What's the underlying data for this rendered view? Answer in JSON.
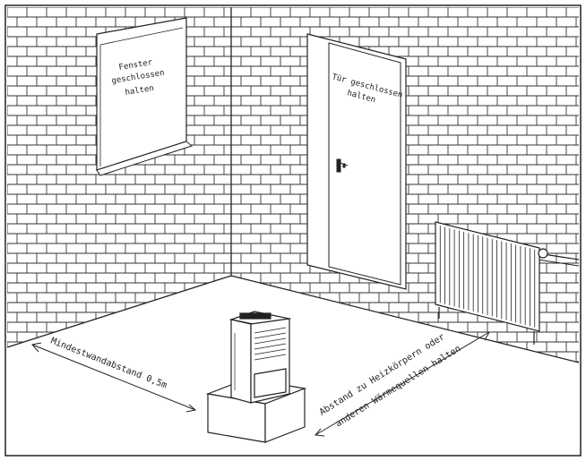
{
  "labels": {
    "window_line1": "Fenster",
    "window_line2": "geschlossen",
    "window_line3": "halten",
    "door_line1": "Tür geschlossen",
    "door_line2": "halten",
    "wall_distance": "Mindestwandabstand 0,5m",
    "heat_line1": "Abstand zu Heizkörpern oder",
    "heat_line2": "anderen Wärmequellen halten"
  },
  "colors": {
    "line": "#222222",
    "mortar": "#ffffff",
    "background": "#ffffff"
  }
}
